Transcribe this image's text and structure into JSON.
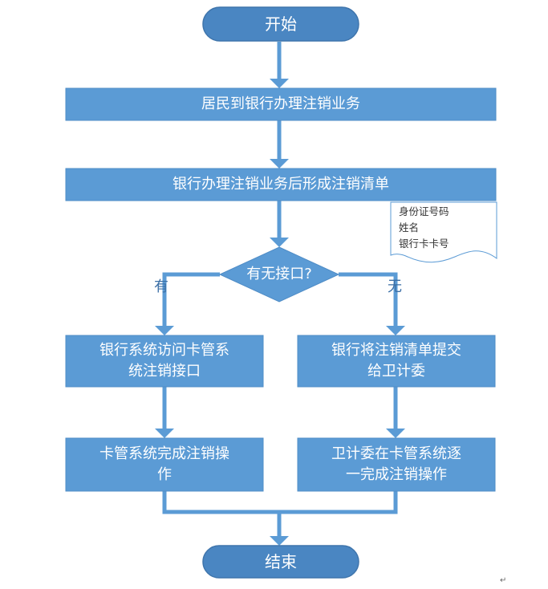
{
  "colors": {
    "box_fill": "#5b9bd5",
    "terminal_fill": "#4a86c2",
    "arrow": "#5b9bd5",
    "label_text": "#3b6fa6"
  },
  "nodes": {
    "start": "开始",
    "step1": "居民到银行办理注销业务",
    "step2": "银行办理注销业务后形成注销清单",
    "decision": "有无接口?",
    "left1": "银行系统访问卡管系\n统注销接口",
    "left2": "卡管系统完成注销操\n作",
    "right1": "银行将注销清单提交\n给卫计委",
    "right2": "卫计委在卡管系统逐\n一完成注销操作",
    "end": "结束"
  },
  "labels": {
    "yes": "有",
    "no": "无"
  },
  "document": {
    "line1": "身份证号码",
    "line2": "姓名",
    "line3": "银行卡卡号"
  },
  "paragraph_mark": "↵"
}
